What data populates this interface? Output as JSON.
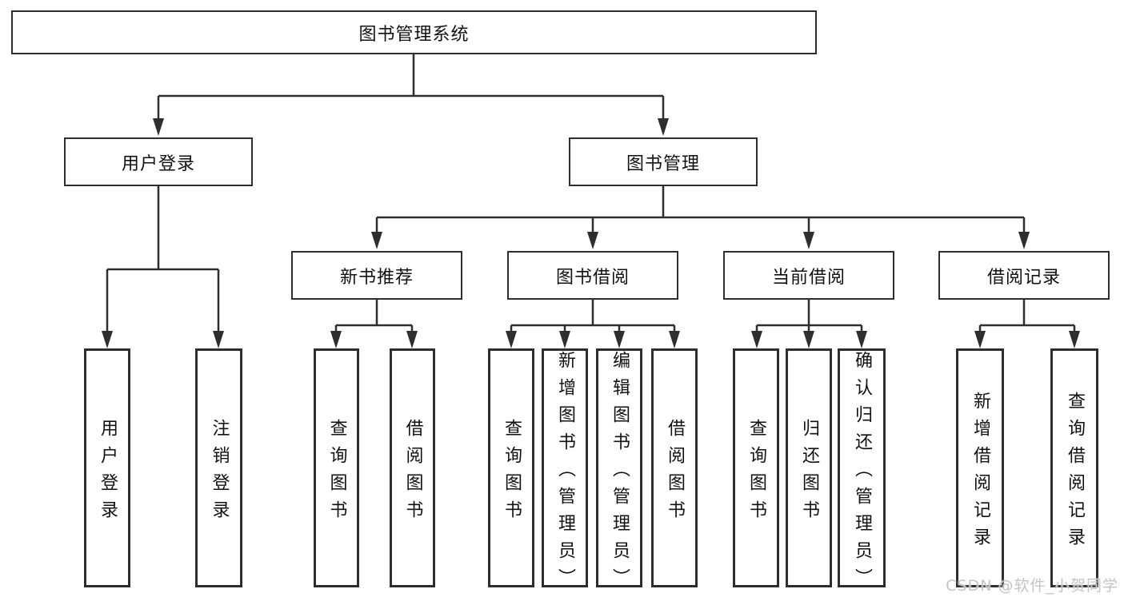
{
  "diagram_title": "图书管理系统",
  "watermark": "CSDN @软件_小贺同学",
  "colors": {
    "line": "#2e2e2e",
    "box_border": "#2e2e2e",
    "text": "#111111",
    "watermark": "#c4c4c4",
    "background": "#ffffff"
  },
  "tree": {
    "label": "图书管理系统",
    "children": [
      {
        "label": "用户登录",
        "children": [
          {
            "label": "用户登录"
          },
          {
            "label": "注销登录"
          }
        ]
      },
      {
        "label": "图书管理",
        "children": [
          {
            "label": "新书推荐",
            "children": [
              {
                "label": "查询图书"
              },
              {
                "label": "借阅图书"
              }
            ]
          },
          {
            "label": "图书借阅",
            "children": [
              {
                "label": "查询图书"
              },
              {
                "label": "新增图书（管理员）"
              },
              {
                "label": "编辑图书（管理员）"
              },
              {
                "label": "借阅图书"
              }
            ]
          },
          {
            "label": "当前借阅",
            "children": [
              {
                "label": "查询图书"
              },
              {
                "label": "归还图书"
              },
              {
                "label": "确认归还（管理员）"
              }
            ]
          },
          {
            "label": "借阅记录",
            "children": [
              {
                "label": "新增借阅记录"
              },
              {
                "label": "查询借阅记录"
              }
            ]
          }
        ]
      }
    ]
  }
}
